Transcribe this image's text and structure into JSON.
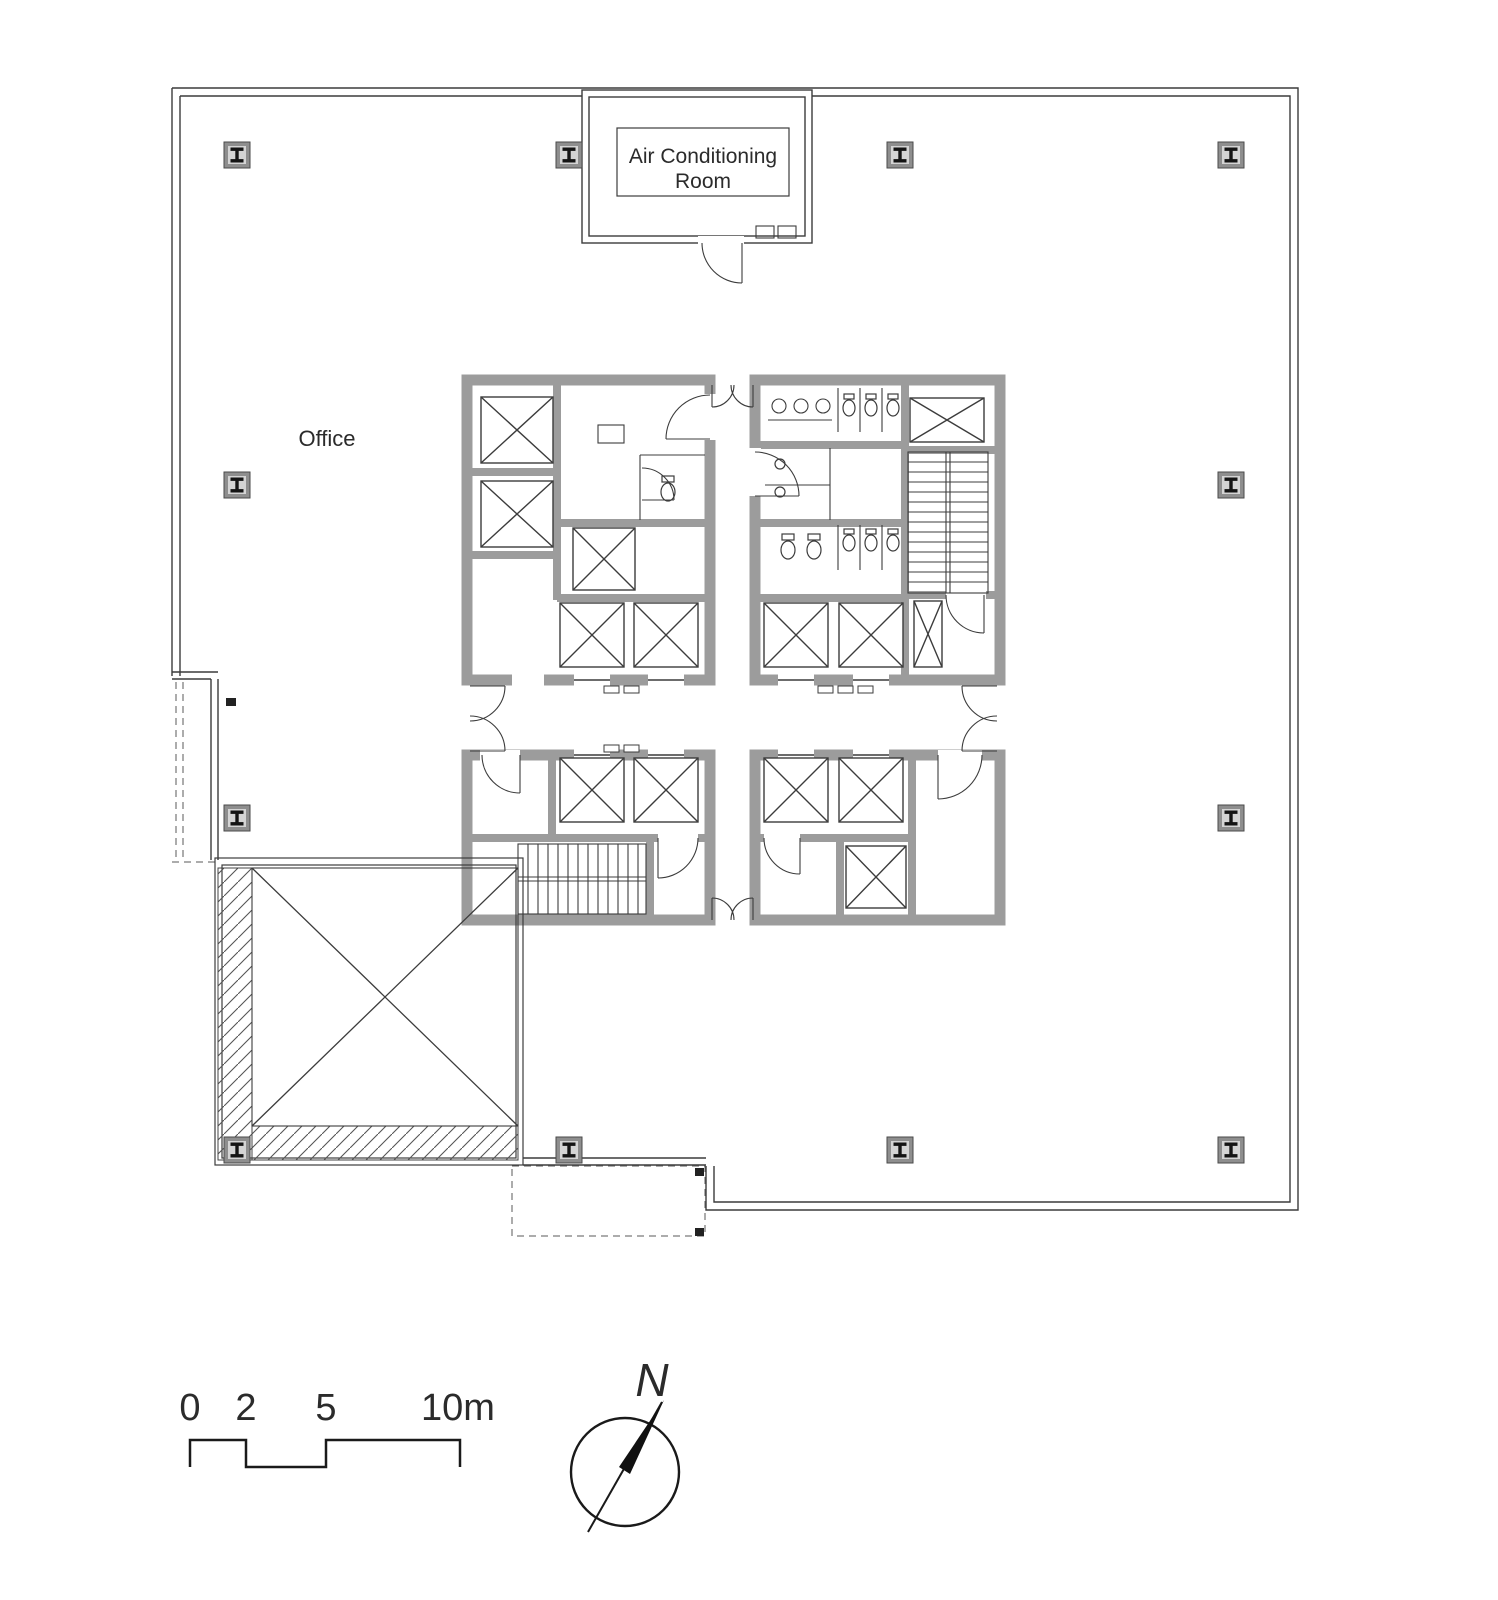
{
  "labels": {
    "ac_room": [
      "Air Conditioning",
      "Room"
    ],
    "office": "Office"
  },
  "scale": {
    "ticks": [
      "0",
      "2",
      "5",
      "10m"
    ]
  },
  "compass": {
    "north": "N"
  },
  "colors": {
    "background": "#ffffff",
    "wall_gray": "#9c9c9c",
    "line_dark": "#3c3c3c",
    "column_fill": "#8e8e8e",
    "column_inner": "#d4d4d4",
    "glyph_black": "#141414"
  },
  "icons": {
    "column_marker": "i-beam-column-section",
    "compass_needle": "north-arrow",
    "elevator_shaft": "x-braced-shaft",
    "stairs": "stair-treads",
    "door": "quarter-circle-swing",
    "truss": "diagonal-truss-hatch"
  }
}
